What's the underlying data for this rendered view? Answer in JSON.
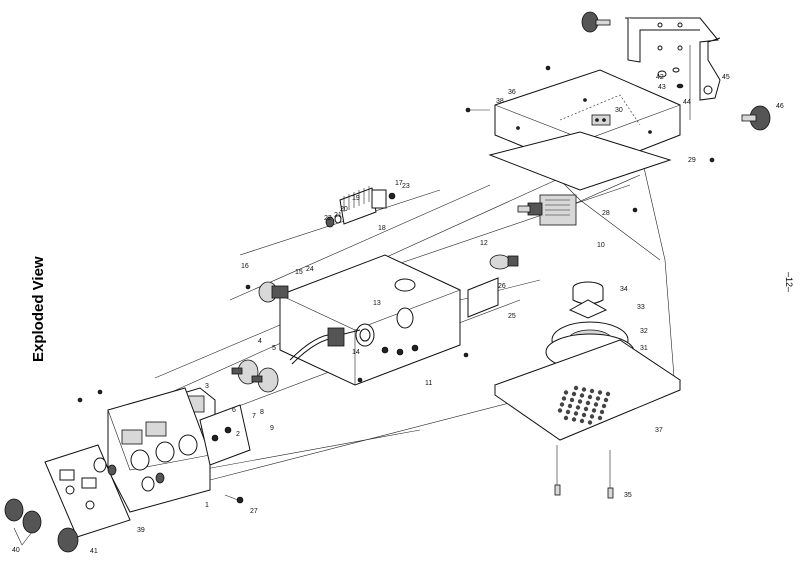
{
  "title": "Exploded View",
  "page_number": "–12–",
  "part_labels": [
    "1",
    "2",
    "3",
    "4",
    "5",
    "6",
    "7",
    "8",
    "9",
    "10",
    "11",
    "12",
    "13",
    "14",
    "15",
    "16",
    "17",
    "18",
    "19",
    "20",
    "21",
    "22",
    "23",
    "24",
    "25",
    "26",
    "27",
    "28",
    "29",
    "30",
    "31",
    "32",
    "33",
    "34",
    "35",
    "36",
    "37",
    "38",
    "39",
    "40",
    "41",
    "42",
    "43",
    "44",
    "45",
    "46"
  ]
}
